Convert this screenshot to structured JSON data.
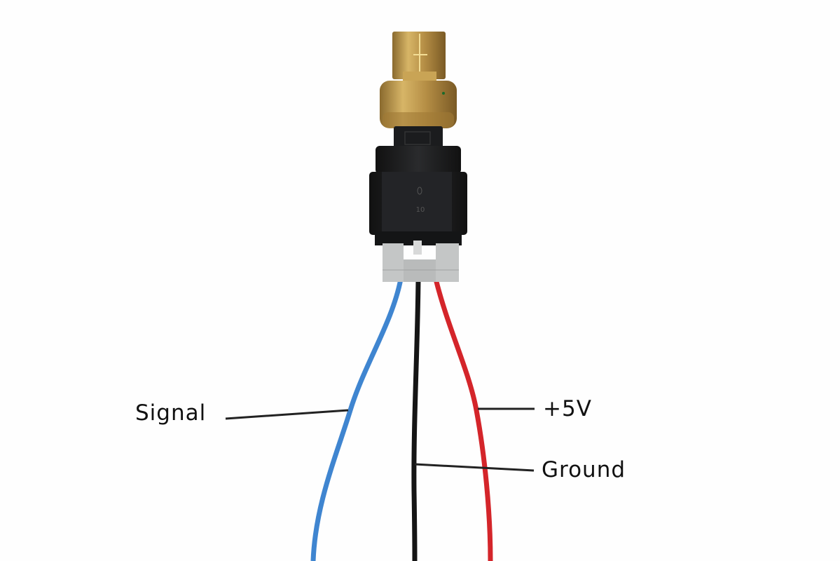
{
  "labels": {
    "signal": "Signal",
    "plus5v": "+5V",
    "ground": "Ground"
  },
  "connector_marking": "10",
  "colors": {
    "brass": "#b8924a",
    "connector": "#1d1e20",
    "lock": "#c4c6c6",
    "wire_signal": "#3f85d0",
    "wire_ground": "#151515",
    "wire_power": "#d4252a",
    "leader": "#222222"
  }
}
